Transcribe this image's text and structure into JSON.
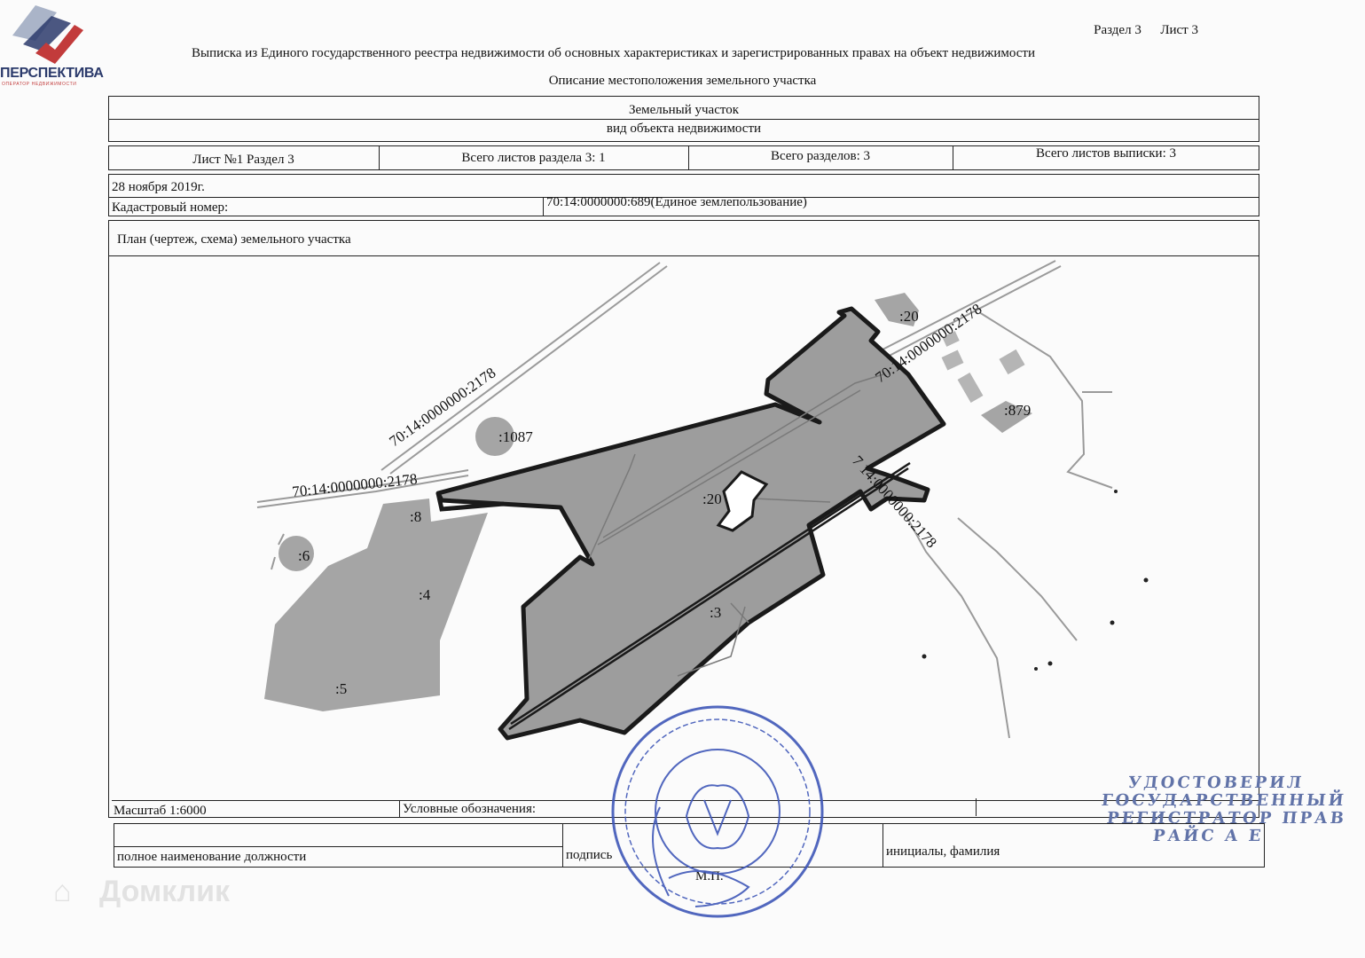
{
  "logo": {
    "name": "ПЕРСПЕКТИВА",
    "subtitle": "ОПЕРАТОР НЕДВИЖИМОСТИ"
  },
  "header": {
    "section": "Раздел 3",
    "sheet": "Лист 3"
  },
  "title": "Выписка из Единого государственного реестра недвижимости об основных характеристиках и зарегистрированных правах на объект недвижимости",
  "subtitle": "Описание местоположения земельного участка",
  "object": {
    "name": "Земельный участок",
    "type_caption": "вид объекта недвижимости"
  },
  "sheet_info": {
    "sheet": "Лист №1  Раздел 3",
    "total_section": "Всего листов раздела 3: 1",
    "total_sections": "Всего разделов: 3",
    "total_sheets": "Всего листов выписки: 3"
  },
  "date": "28 ноября 2019г.",
  "cadastral": {
    "label": "Кадастровый номер:",
    "value": "70:14:0000000:689(Единое землепользование)"
  },
  "plan": {
    "title": "План (чертеж, схема) земельного участка",
    "labels": {
      "road_a": "70:14:0000000:2178",
      "road_b": "70:14:0000000:2178",
      "road_c": "70:14:0000000:2178",
      "road_d": "7 14:0000000:2178",
      "p1087": ":1087",
      "p20_top": ":20",
      "p879": ":879",
      "p8": ":8",
      "p6": ":6",
      "p4": ":4",
      "p5": ":5",
      "p20_mid": ":20",
      "p3": ":3"
    }
  },
  "footer": {
    "scale": "Масштаб 1:6000",
    "legend": "Условные обозначения:",
    "position": "полное наименование должности",
    "signature": "подпись",
    "initials": "инициалы, фамилия",
    "mp": "М.П."
  },
  "stamp_text": {
    "line1": "УДОСТОВЕРИЛ",
    "line2": "ГОСУДАРСТВЕННЫЙ",
    "line3": "РЕГИСТРАТОР ПРАВ",
    "line4": "РАЙС  А Е"
  },
  "watermark": "Домклик"
}
